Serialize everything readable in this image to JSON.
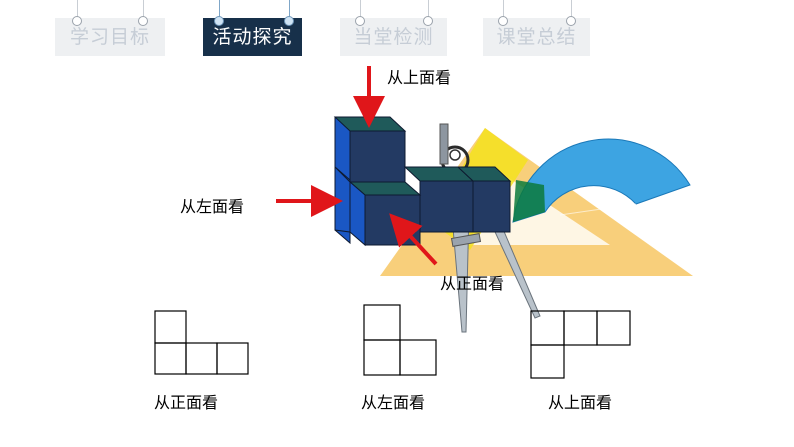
{
  "tabs": [
    {
      "label": "学习目标",
      "state": "inactive"
    },
    {
      "label": "活动探究",
      "state": "active"
    },
    {
      "label": "当堂检测",
      "state": "inactive"
    },
    {
      "label": "课堂总结",
      "state": "inactive"
    }
  ],
  "labels": {
    "view_top": "从上面看",
    "view_left": "从左面看",
    "view_front": "从正面看"
  },
  "captions": {
    "front": "从正面看",
    "left": "从左面看",
    "top": "从上面看"
  },
  "colors": {
    "accent_active": "#17304a",
    "arrow": "#e0161a",
    "cube_face": "#233a63",
    "cube_top": "#1f5a5a"
  }
}
